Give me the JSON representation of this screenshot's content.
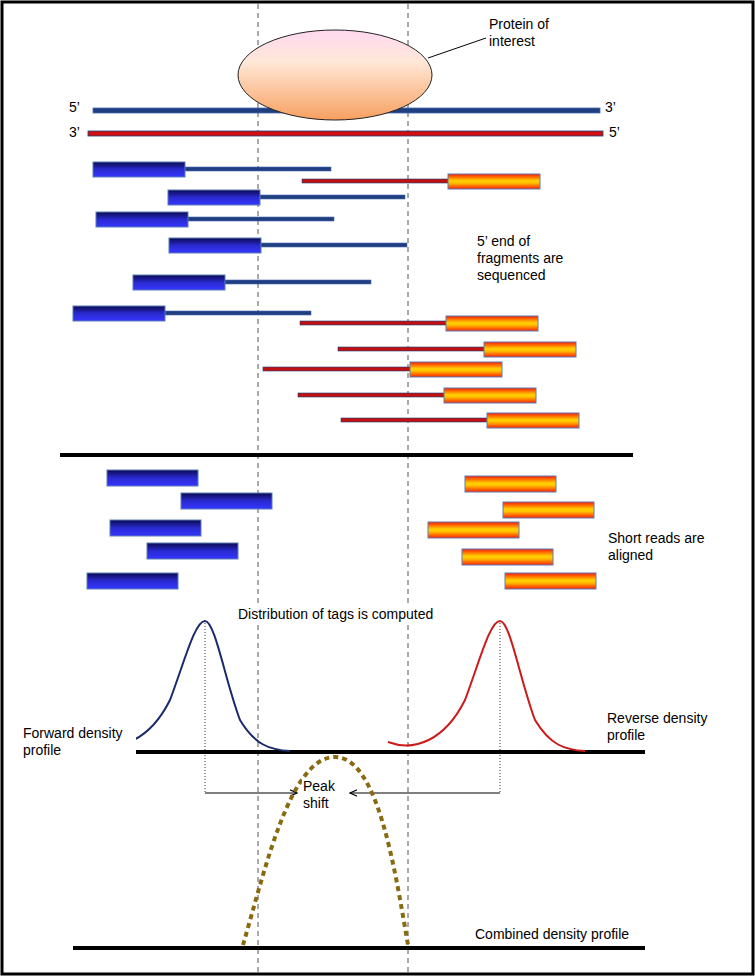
{
  "diagram": {
    "labels": [
      "Protein of interest",
      "5’",
      "3’",
      "3’",
      "5’",
      "5’ end of fragments are sequenced",
      "Short reads are aligned",
      "Distribution of tags is computed",
      "Forward density profile",
      "Reverse density profile",
      "Peak shift",
      "Combined density profile"
    ]
  }
}
